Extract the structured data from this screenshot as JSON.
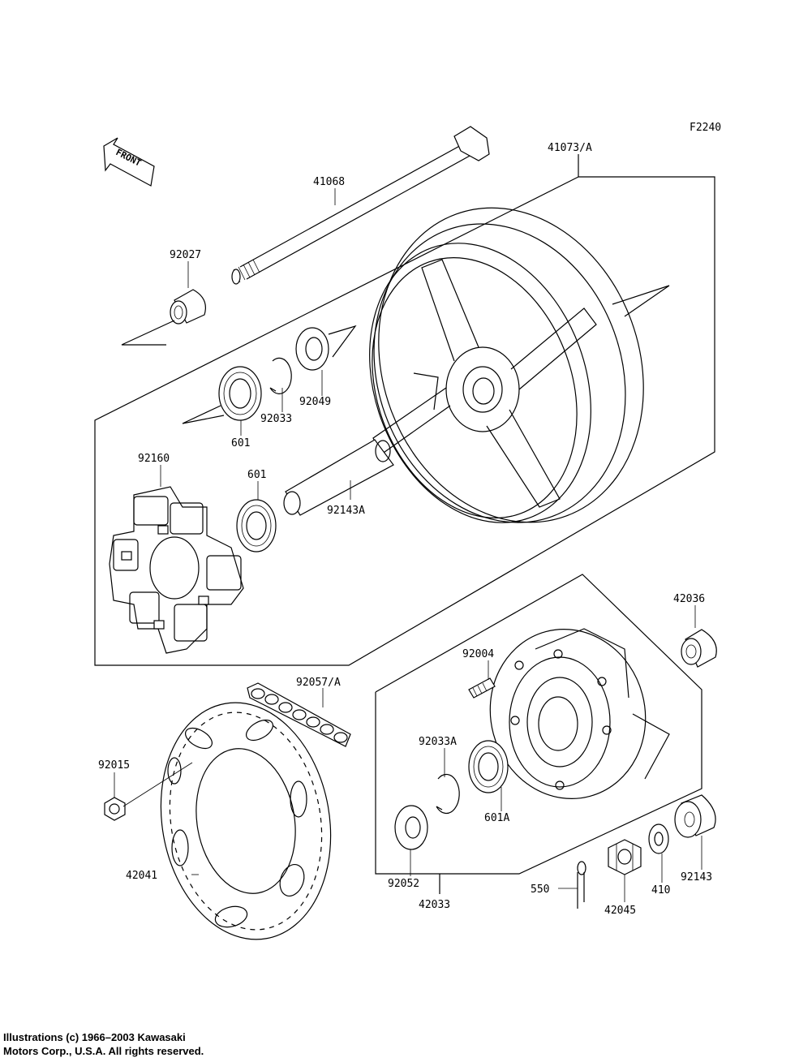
{
  "figure_code": "F2240",
  "direction_label": "FRONT",
  "copyright": {
    "line1": "Illustrations (c) 1966–2003 Kawasaki",
    "line2": "Motors Corp., U.S.A.  All rights reserved."
  },
  "parts": [
    {
      "id": "p41068",
      "label": "41068"
    },
    {
      "id": "p41073a",
      "label": "41073/A"
    },
    {
      "id": "p92027",
      "label": "92027"
    },
    {
      "id": "p92049",
      "label": "92049"
    },
    {
      "id": "p92033",
      "label": "92033"
    },
    {
      "id": "p601a",
      "label": "601"
    },
    {
      "id": "p92160",
      "label": "92160"
    },
    {
      "id": "p601b",
      "label": "601"
    },
    {
      "id": "p92143a",
      "label": "92143A"
    },
    {
      "id": "p42036",
      "label": "42036"
    },
    {
      "id": "p92004",
      "label": "92004"
    },
    {
      "id": "p92057a",
      "label": "92057/A"
    },
    {
      "id": "p92033a",
      "label": "92033A"
    },
    {
      "id": "p92015",
      "label": "92015"
    },
    {
      "id": "p601aa",
      "label": "601A"
    },
    {
      "id": "p92052",
      "label": "92052"
    },
    {
      "id": "p92143",
      "label": "92143"
    },
    {
      "id": "p42041",
      "label": "42041"
    },
    {
      "id": "p410",
      "label": "410"
    },
    {
      "id": "p550",
      "label": "550"
    },
    {
      "id": "p42033",
      "label": "42033"
    },
    {
      "id": "p42045",
      "label": "42045"
    }
  ]
}
